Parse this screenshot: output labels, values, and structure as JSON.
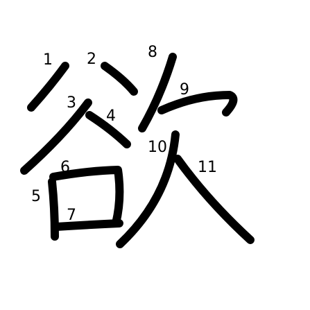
{
  "character": "欲",
  "stroke_numbers": [
    "1",
    "2",
    "3",
    "4",
    "5",
    "6",
    "7",
    "8",
    "9",
    "10",
    "11"
  ],
  "colors": {
    "background": "#ffffff",
    "stroke": "#000000",
    "label": "#000000"
  }
}
